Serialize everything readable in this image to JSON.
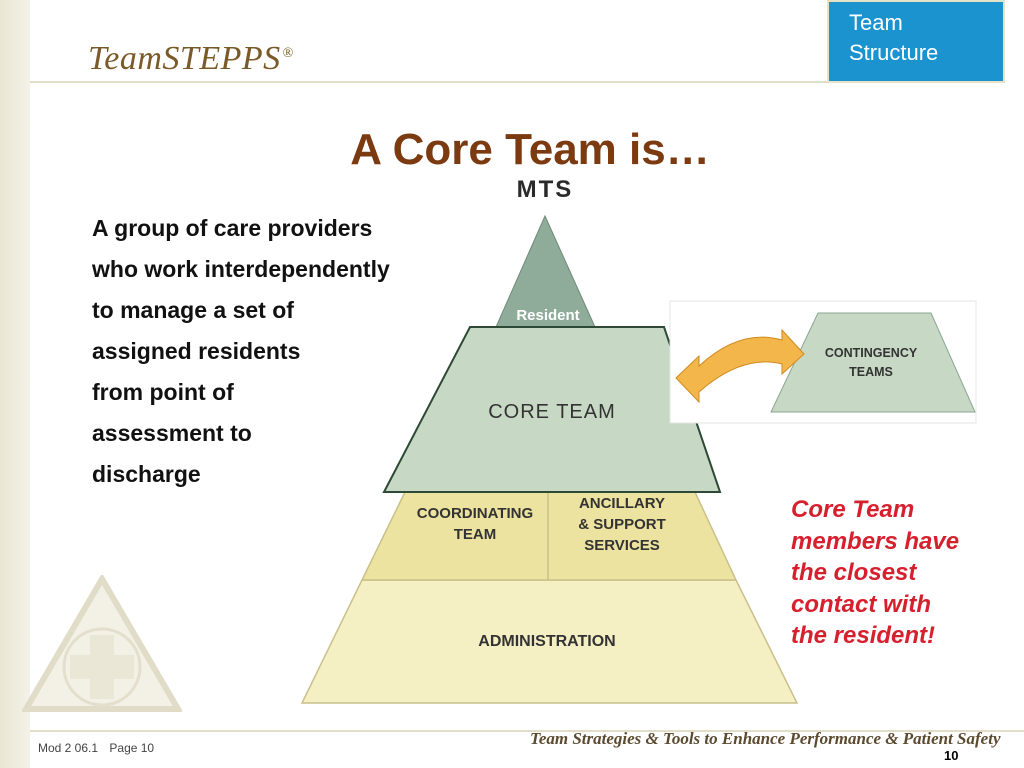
{
  "header": {
    "logo": "TeamSTEPPS",
    "registered_mark": "®",
    "section_line1": "Team",
    "section_line2": "Structure"
  },
  "slide": {
    "title": "A Core Team is…",
    "body_lines": [
      "A group of care providers",
      "who work interdependently",
      "to manage a set of",
      "assigned residents",
      "from point of",
      "assessment to",
      "discharge"
    ],
    "callout_lines": [
      "Core Team",
      "members have",
      "the closest",
      "contact with",
      "the resident!"
    ]
  },
  "diagram": {
    "label": "MTS",
    "levels": {
      "top": "Resident",
      "core": "CORE TEAM",
      "coordinating_line1": "COORDINATING",
      "coordinating_line2": "TEAM",
      "ancillary_line1": "ANCILLARY",
      "ancillary_line2": "& SUPPORT",
      "ancillary_line3": "SERVICES",
      "administration": "ADMINISTRATION"
    },
    "contingency_line1": "CONTINGENCY",
    "contingency_line2": "TEAMS",
    "colors": {
      "resident": "#8fab9a",
      "core": "#c7d9c4",
      "coordinating": "#ede3a0",
      "administration": "#f5efc4",
      "arrow": "#f2b64a"
    }
  },
  "footer": {
    "module": "Mod 2 06.1",
    "page": "Page 10",
    "tagline": "Team Strategies & Tools to Enhance Performance & Patient Safety",
    "page_number": "10"
  }
}
